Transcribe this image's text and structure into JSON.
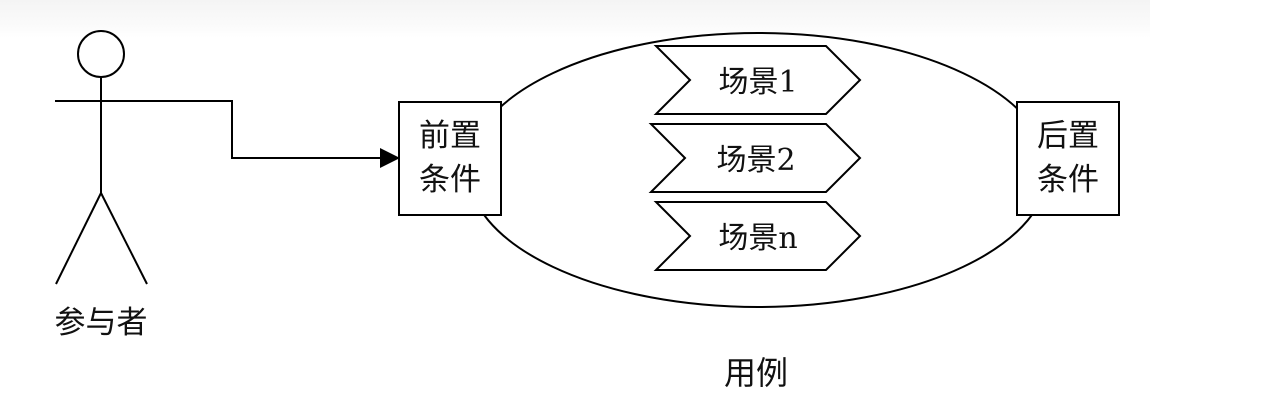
{
  "actor": {
    "label": "参与者"
  },
  "precondition": {
    "line1": "前置",
    "line2": "条件"
  },
  "postcondition": {
    "line1": "后置",
    "line2": "条件"
  },
  "scenarios": [
    {
      "label": "场景1"
    },
    {
      "label": "场景2"
    },
    {
      "label": "场景n"
    }
  ],
  "use_case": {
    "label": "用例"
  }
}
